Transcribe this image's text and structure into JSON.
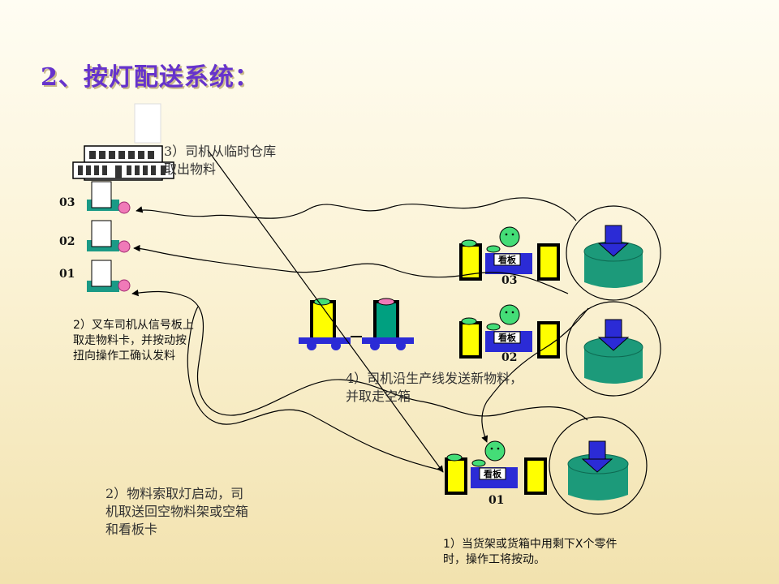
{
  "title": "2、按灯配送系统：",
  "labels": {
    "step3": "3）司机从临时仓库取出物料",
    "step2a": "2）叉车司机从信号板上取走物料卡，并按动按扭向操作工确认发料",
    "step4": "4）司机沿生产线发送新物料，并取走空箱",
    "step2b": "2）物料索取灯启动，司机取送回空物料架或空箱和看板卡",
    "step1": "1）当货架或货箱中用剩下X个零件时，操作工将按动。"
  },
  "signal_board": {
    "slots": [
      "03",
      "02",
      "01"
    ]
  },
  "stations": [
    {
      "kanban": "看板",
      "number": "03"
    },
    {
      "kanban": "看板",
      "number": "02"
    },
    {
      "kanban": "看板",
      "number": "01"
    }
  ],
  "colors": {
    "title": "#6633cc",
    "bin_yellow": "#ffff00",
    "bin_green": "#00a080",
    "cart_blue": "#2b2bd6",
    "pink_light": "#f07ab8",
    "teal_board": "#1a9a86",
    "face_green": "#44dd77",
    "container_green": "#1c9a7a"
  },
  "icons": [
    "warehouse-icon",
    "smiley-face-icon",
    "down-arrow-icon",
    "forklift-train-icon"
  ]
}
